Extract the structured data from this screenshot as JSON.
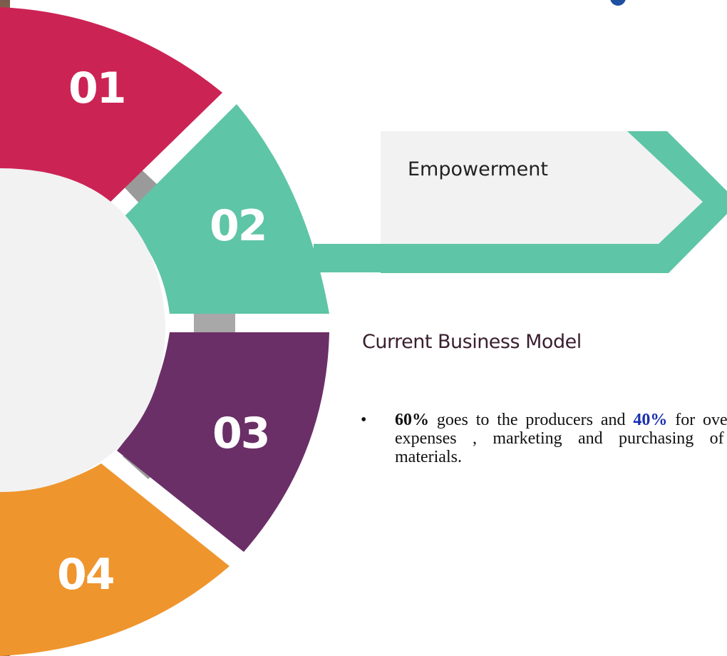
{
  "diagram": {
    "segments": [
      {
        "number": "01",
        "color": "#cc2355"
      },
      {
        "number": "02",
        "color": "#5ec5a6"
      },
      {
        "number": "03",
        "color": "#6b2f67"
      },
      {
        "number": "04",
        "color": "#ef952d"
      }
    ],
    "center_color": "#f2f2f2",
    "connector_color": "#5ec5a6",
    "callout_label": "Empowerment",
    "callout_fill": "#f2f2f2"
  },
  "content": {
    "title": "Current Business Model",
    "bullet": {
      "marker": "•",
      "part1_bold": "60%",
      "part2": " goes to the producers and ",
      "part3_bold": "40%",
      "part4": " for overhead expenses , marketing and purchasing of raw materials."
    }
  }
}
